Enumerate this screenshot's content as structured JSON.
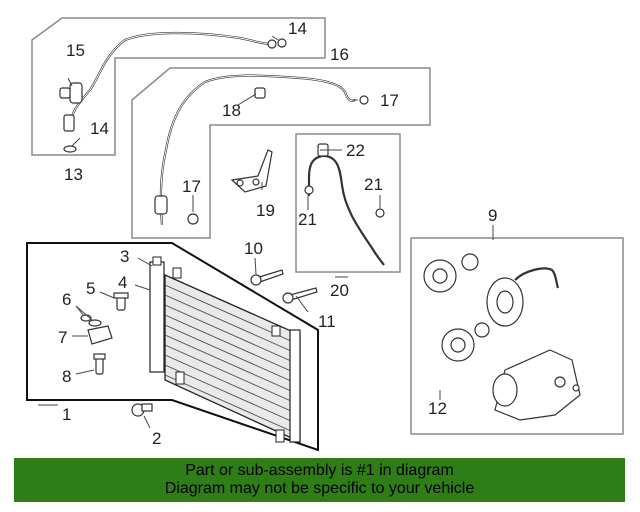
{
  "callouts": {
    "c1": "1",
    "c2": "2",
    "c3": "3",
    "c4": "4",
    "c5": "5",
    "c6": "6",
    "c7": "7",
    "c8": "8",
    "c9": "9",
    "c10": "10",
    "c11": "11",
    "c12": "12",
    "c13": "13",
    "c14a": "14",
    "c14b": "14",
    "c15": "15",
    "c16": "16",
    "c17a": "17",
    "c17b": "17",
    "c18": "18",
    "c19": "19",
    "c20": "20",
    "c21a": "21",
    "c21b": "21",
    "c22": "22"
  },
  "banner": {
    "line1": "Part or sub-assembly is #1 in diagram",
    "line2": "Diagram may not be specific to your vehicle",
    "color": "#2e7d16"
  }
}
